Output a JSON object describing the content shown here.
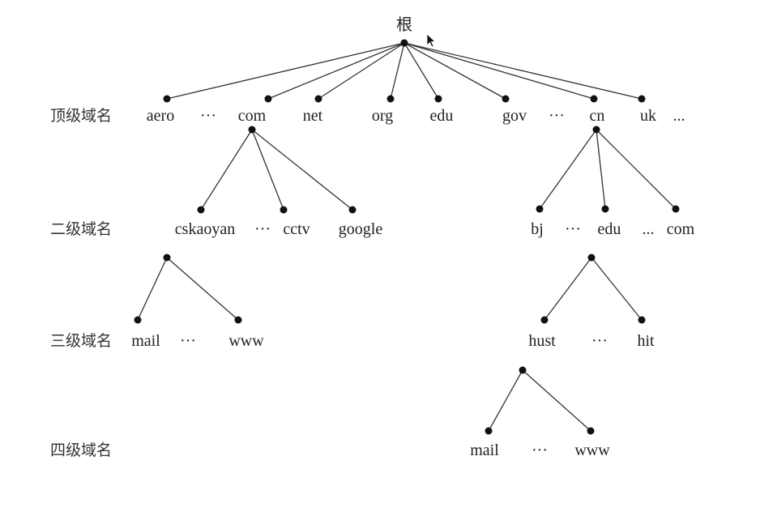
{
  "diagram": {
    "root": "根",
    "level_labels": [
      "顶级域名",
      "二级域名",
      "三级域名",
      "四级域名"
    ],
    "top_level": [
      "aero",
      "···",
      "com",
      "net",
      "org",
      "edu",
      "gov",
      "···",
      "cn",
      "uk",
      "..."
    ],
    "second_level_com": [
      "cskaoyan",
      "···",
      "cctv",
      "google"
    ],
    "second_level_cn": [
      "bj",
      "···",
      "edu",
      "...",
      "com"
    ],
    "third_level_cskaoyan": [
      "mail",
      "···",
      "www"
    ],
    "third_level_edu": [
      "hust",
      "···",
      "hit"
    ],
    "fourth_level_hust": [
      "mail",
      "···",
      "www"
    ]
  }
}
